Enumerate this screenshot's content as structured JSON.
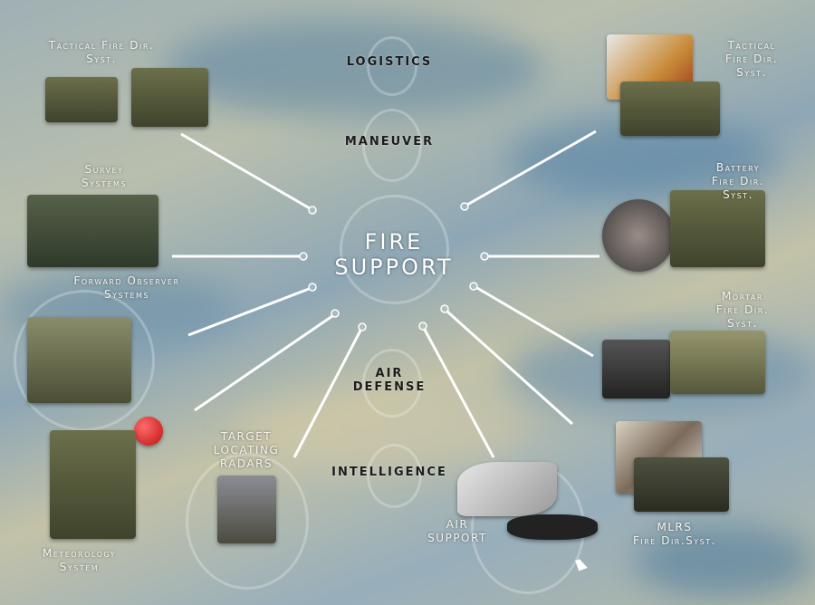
{
  "center_title": {
    "line1": "FIRE",
    "line2": "SUPPORT"
  },
  "functions": {
    "logistics": "LOGISTICS",
    "maneuver": "MANEUVER",
    "air_defense": {
      "line1": "AIR",
      "line2": "DEFENSE"
    },
    "intelligence": "INTELLIGENCE"
  },
  "systems": {
    "tactical_fire_dir_left": {
      "line1": "Tactical Fire Dir.",
      "line2": "Syst."
    },
    "tactical_fire_dir_right": {
      "line1": "Tactical",
      "line2": "Fire Dir.",
      "line3": "Syst."
    },
    "survey": {
      "line1": "Survey",
      "line2": "Systems"
    },
    "battery_fire_dir": {
      "line1": "Battery",
      "line2": "Fire Dir.",
      "line3": "Syst."
    },
    "forward_observer": {
      "line1": "Forward Observer",
      "line2": "Systems"
    },
    "mortar_fire_dir": {
      "line1": "Mortar",
      "line2": "Fire Dir.",
      "line3": "Syst."
    },
    "target_locating": {
      "line1": "TARGET",
      "line2": "LOCATING",
      "line3": "RADARS"
    },
    "meteorology": {
      "line1": "Meteorology",
      "line2": "System"
    },
    "air_support": {
      "line1": "AIR",
      "line2": "SUPPORT"
    },
    "mlrs": {
      "line1": "MLRS",
      "line2": "Fire Dir.Syst."
    }
  }
}
